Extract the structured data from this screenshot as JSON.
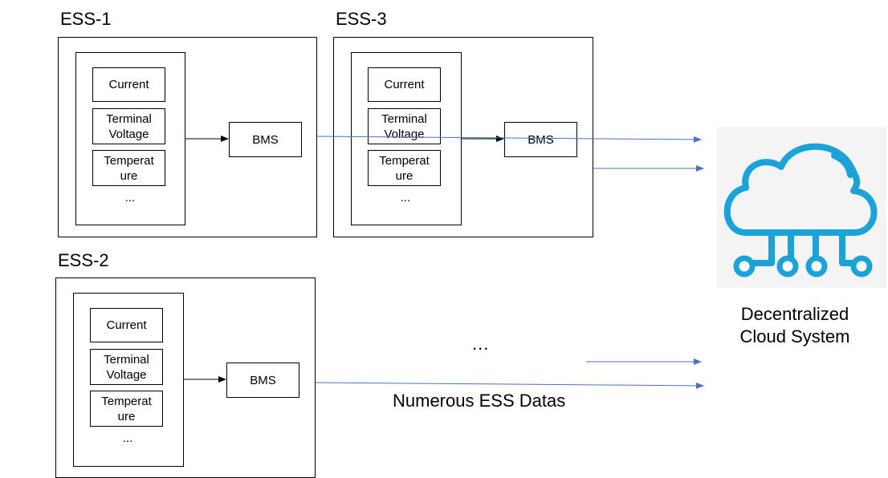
{
  "ess_units": [
    {
      "id": "ess1",
      "title": "ESS-1",
      "sensors": [
        "Current",
        "Terminal Voltage",
        "Temperat ure"
      ],
      "more": "...",
      "bms_label": "BMS"
    },
    {
      "id": "ess3",
      "title": "ESS-3",
      "sensors": [
        "Current",
        "Terminal Voltage",
        "Temperat ure"
      ],
      "more": "...",
      "bms_label": "BMS"
    },
    {
      "id": "ess2",
      "title": "ESS-2",
      "sensors": [
        "Current",
        "Terminal Voltage",
        "Temperat ure"
      ],
      "more": "...",
      "bms_label": "BMS"
    }
  ],
  "cloud": {
    "label_line1": "Decentralized",
    "label_line2": "Cloud System",
    "icon": "cloud-network-icon",
    "color": "#1aa3d8"
  },
  "ellipsis": "...",
  "data_label": "Numerous ESS Datas",
  "colors": {
    "arrow_data": "#4a72c4",
    "arrow_internal": "#000000"
  }
}
